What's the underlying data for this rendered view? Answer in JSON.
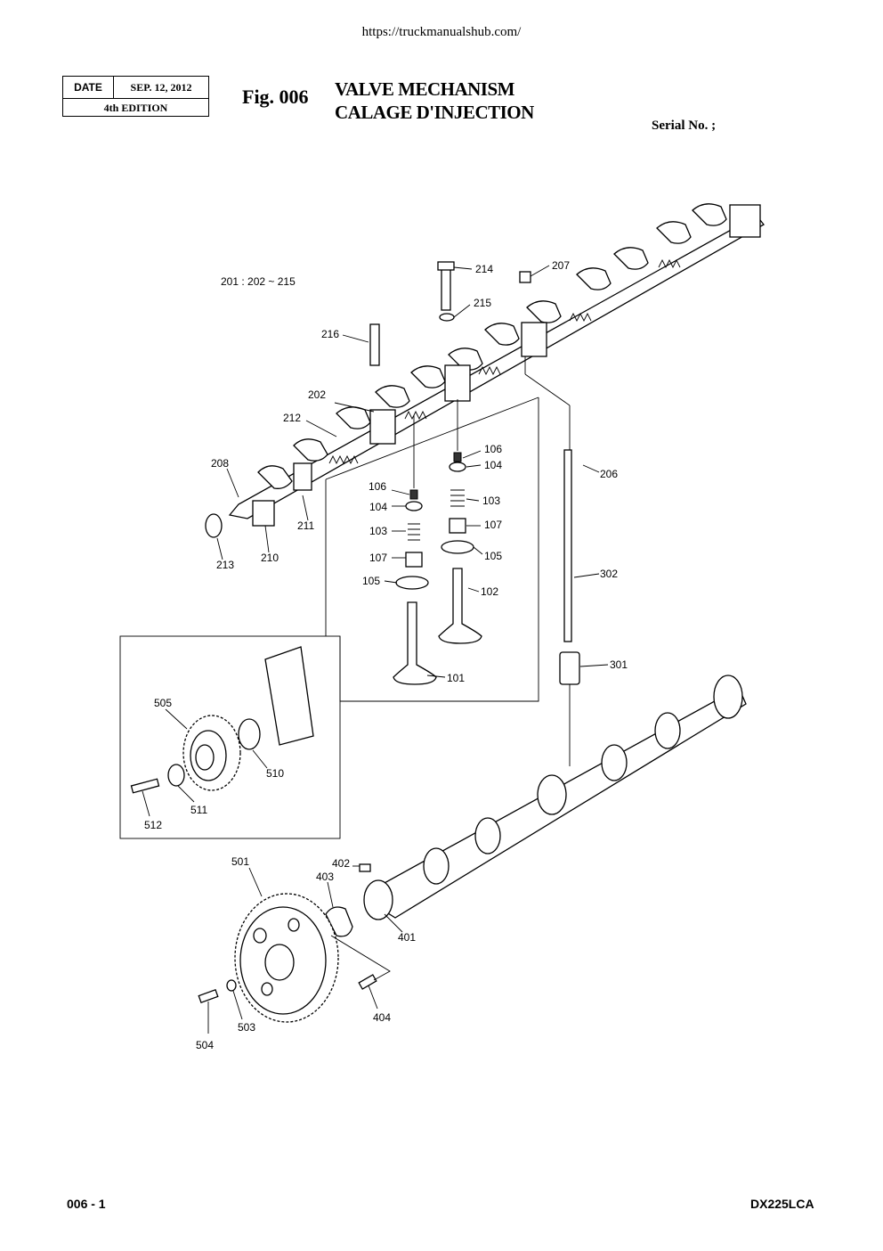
{
  "header": {
    "url": "https://truckmanualshub.com/",
    "date_label": "DATE",
    "date_value": "SEP. 12, 2012",
    "edition": "4th EDITION",
    "fig": "Fig. 006",
    "title_en": "VALVE MECHANISM",
    "title_fr": "CALAGE D'INJECTION",
    "serial": "Serial No. ;"
  },
  "diagram": {
    "group_note": "201 : 202 ~ 215",
    "callouts": {
      "c214": "214",
      "c207": "207",
      "c215": "215",
      "c216": "216",
      "c202": "202",
      "c212": "212",
      "c208": "208",
      "c211": "211",
      "c210": "210",
      "c213": "213",
      "c206": "206",
      "c106a": "106",
      "c104a": "104",
      "c103a": "103",
      "c107a": "107",
      "c105a": "105",
      "c102": "102",
      "c106b": "106",
      "c104b": "104",
      "c103b": "103",
      "c107b": "107",
      "c105b": "105",
      "c101": "101",
      "c302": "302",
      "c301": "301",
      "c505": "505",
      "c510": "510",
      "c511": "511",
      "c512": "512",
      "c501": "501",
      "c402": "402",
      "c403": "403",
      "c401": "401",
      "c404": "404",
      "c503": "503",
      "c504": "504"
    }
  },
  "footer": {
    "page": "006 - 1",
    "model": "DX225LCA"
  }
}
